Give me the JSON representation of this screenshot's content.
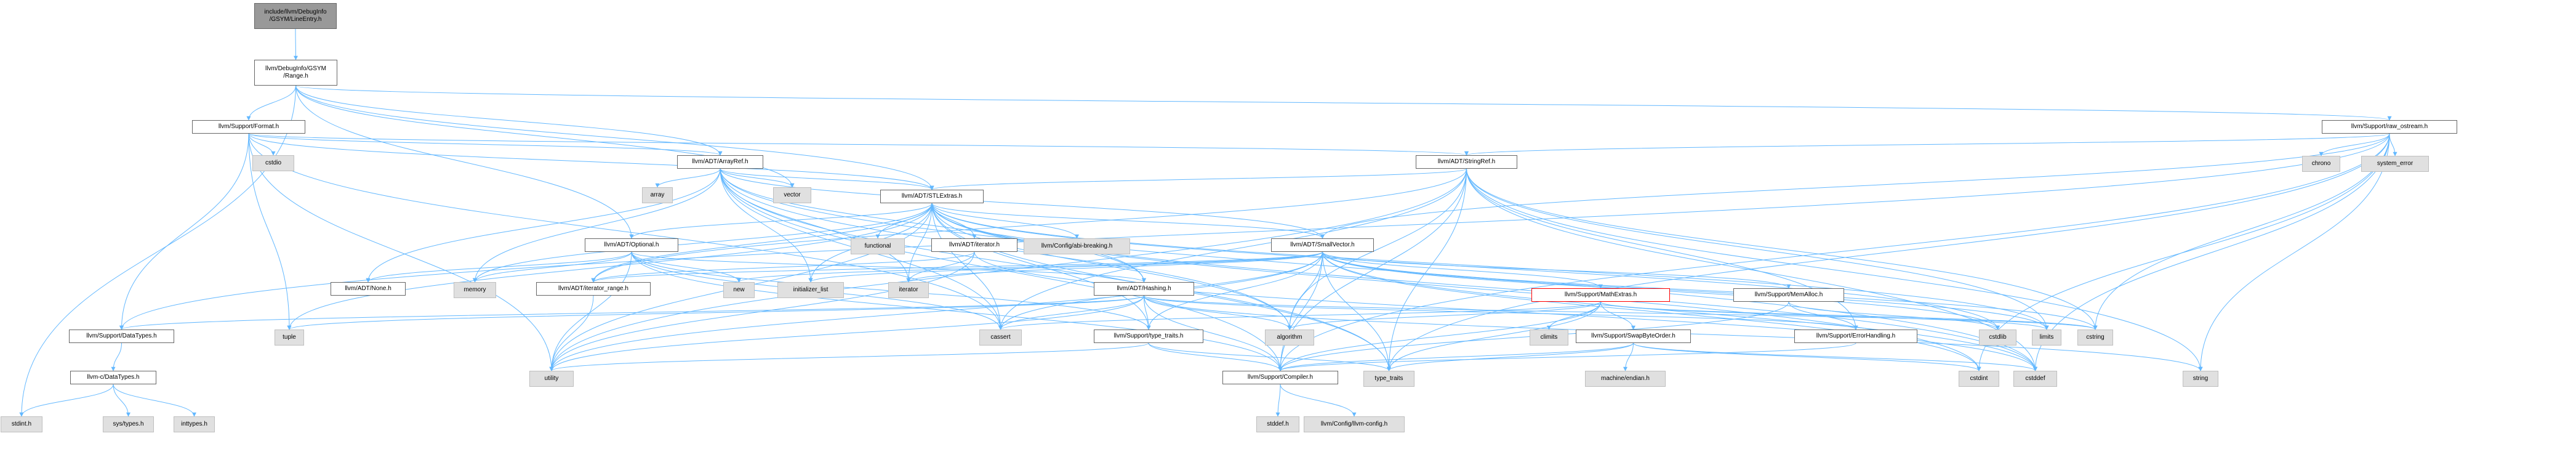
{
  "graph": {
    "edge_color": "#63b8ff",
    "nodes": [
      {
        "id": "n0",
        "label": "include/llvm/DebugInfo\n/GSYM/LineEntry.h",
        "kind": "root"
      },
      {
        "id": "n1",
        "label": "llvm/DebugInfo/GSYM\n/Range.h",
        "kind": "header"
      },
      {
        "id": "n2",
        "label": "llvm/Support/Format.h",
        "kind": "header"
      },
      {
        "id": "n3",
        "label": "llvm/Support/raw_ostream.h",
        "kind": "header"
      },
      {
        "id": "n4",
        "label": "cstdio",
        "kind": "system"
      },
      {
        "id": "n5",
        "label": "llvm/ADT/ArrayRef.h",
        "kind": "header"
      },
      {
        "id": "n6",
        "label": "llvm/ADT/StringRef.h",
        "kind": "header"
      },
      {
        "id": "n7",
        "label": "chrono",
        "kind": "system"
      },
      {
        "id": "n8",
        "label": "system_error",
        "kind": "system"
      },
      {
        "id": "n9",
        "label": "array",
        "kind": "system"
      },
      {
        "id": "n10",
        "label": "vector",
        "kind": "system"
      },
      {
        "id": "n11",
        "label": "llvm/ADT/STLExtras.h",
        "kind": "header"
      },
      {
        "id": "n12",
        "label": "functional",
        "kind": "system"
      },
      {
        "id": "n13",
        "label": "llvm/Config/abi-breaking.h",
        "kind": "system"
      },
      {
        "id": "n14",
        "label": "llvm/ADT/Optional.h",
        "kind": "header"
      },
      {
        "id": "n15",
        "label": "llvm/ADT/iterator.h",
        "kind": "header"
      },
      {
        "id": "n16",
        "label": "llvm/ADT/SmallVector.h",
        "kind": "header"
      },
      {
        "id": "n17",
        "label": "llvm/Support/MathExtras.h",
        "kind": "red"
      },
      {
        "id": "n18",
        "label": "llvm/Support/MemAlloc.h",
        "kind": "header"
      },
      {
        "id": "n19",
        "label": "llvm/ADT/None.h",
        "kind": "header"
      },
      {
        "id": "n20",
        "label": "memory",
        "kind": "system"
      },
      {
        "id": "n21",
        "label": "llvm/ADT/iterator_range.h",
        "kind": "header"
      },
      {
        "id": "n22",
        "label": "new",
        "kind": "system"
      },
      {
        "id": "n23",
        "label": "initializer_list",
        "kind": "system"
      },
      {
        "id": "n24",
        "label": "iterator",
        "kind": "system"
      },
      {
        "id": "n25",
        "label": "llvm/ADT/Hashing.h",
        "kind": "header"
      },
      {
        "id": "n26",
        "label": "llvm/Support/DataTypes.h",
        "kind": "header"
      },
      {
        "id": "n27",
        "label": "tuple",
        "kind": "system"
      },
      {
        "id": "n28",
        "label": "cassert",
        "kind": "system"
      },
      {
        "id": "n29",
        "label": "llvm/Support/type_traits.h",
        "kind": "header"
      },
      {
        "id": "n30",
        "label": "algorithm",
        "kind": "system"
      },
      {
        "id": "n31",
        "label": "climits",
        "kind": "system"
      },
      {
        "id": "n32",
        "label": "llvm/Support/SwapByteOrder.h",
        "kind": "header"
      },
      {
        "id": "n33",
        "label": "llvm/Support/ErrorHandling.h",
        "kind": "header"
      },
      {
        "id": "n34",
        "label": "cstdlib",
        "kind": "system"
      },
      {
        "id": "n35",
        "label": "limits",
        "kind": "system"
      },
      {
        "id": "n36",
        "label": "cstring",
        "kind": "system"
      },
      {
        "id": "n37",
        "label": "llvm-c/DataTypes.h",
        "kind": "header"
      },
      {
        "id": "n38",
        "label": "utility",
        "kind": "system"
      },
      {
        "id": "n39",
        "label": "llvm/Support/Compiler.h",
        "kind": "header"
      },
      {
        "id": "n40",
        "label": "type_traits",
        "kind": "system"
      },
      {
        "id": "n41",
        "label": "machine/endian.h",
        "kind": "system"
      },
      {
        "id": "n42",
        "label": "cstdint",
        "kind": "system"
      },
      {
        "id": "n43",
        "label": "cstddef",
        "kind": "system"
      },
      {
        "id": "n44",
        "label": "string",
        "kind": "system"
      },
      {
        "id": "n45",
        "label": "stdint.h",
        "kind": "system"
      },
      {
        "id": "n46",
        "label": "sys/types.h",
        "kind": "system"
      },
      {
        "id": "n47",
        "label": "inttypes.h",
        "kind": "system"
      },
      {
        "id": "n48",
        "label": "stddef.h",
        "kind": "system"
      },
      {
        "id": "n49",
        "label": "llvm/Config/llvm-config.h",
        "kind": "system"
      }
    ],
    "edges": [
      [
        "n0",
        "n1"
      ],
      [
        "n1",
        "n2"
      ],
      [
        "n1",
        "n3"
      ],
      [
        "n1",
        "n5"
      ],
      [
        "n1",
        "n11"
      ],
      [
        "n1",
        "n14"
      ],
      [
        "n1",
        "n10"
      ],
      [
        "n1",
        "n45"
      ],
      [
        "n2",
        "n4"
      ],
      [
        "n2",
        "n5"
      ],
      [
        "n2",
        "n6"
      ],
      [
        "n2",
        "n26"
      ],
      [
        "n2",
        "n27"
      ],
      [
        "n2",
        "n38"
      ],
      [
        "n2",
        "n28"
      ],
      [
        "n2",
        "n11"
      ],
      [
        "n3",
        "n6"
      ],
      [
        "n3",
        "n16"
      ],
      [
        "n3",
        "n26"
      ],
      [
        "n3",
        "n7"
      ],
      [
        "n3",
        "n8"
      ],
      [
        "n3",
        "n36"
      ],
      [
        "n3",
        "n42"
      ],
      [
        "n3",
        "n43"
      ],
      [
        "n3",
        "n44"
      ],
      [
        "n3",
        "n40"
      ],
      [
        "n3",
        "n39"
      ],
      [
        "n5",
        "n9"
      ],
      [
        "n5",
        "n10"
      ],
      [
        "n5",
        "n11"
      ],
      [
        "n5",
        "n16"
      ],
      [
        "n5",
        "n19"
      ],
      [
        "n5",
        "n25"
      ],
      [
        "n5",
        "n20"
      ],
      [
        "n5",
        "n23"
      ],
      [
        "n5",
        "n24"
      ],
      [
        "n5",
        "n28"
      ],
      [
        "n5",
        "n30"
      ],
      [
        "n5",
        "n43"
      ],
      [
        "n5",
        "n39"
      ],
      [
        "n5",
        "n40"
      ],
      [
        "n6",
        "n11"
      ],
      [
        "n6",
        "n21"
      ],
      [
        "n6",
        "n39"
      ],
      [
        "n6",
        "n30"
      ],
      [
        "n6",
        "n28"
      ],
      [
        "n6",
        "n43"
      ],
      [
        "n6",
        "n36"
      ],
      [
        "n6",
        "n35"
      ],
      [
        "n6",
        "n40"
      ],
      [
        "n6",
        "n44"
      ],
      [
        "n6",
        "n38"
      ],
      [
        "n6",
        "n33"
      ],
      [
        "n11",
        "n12"
      ],
      [
        "n11",
        "n13"
      ],
      [
        "n11",
        "n14"
      ],
      [
        "n11",
        "n15"
      ],
      [
        "n11",
        "n16"
      ],
      [
        "n11",
        "n21"
      ],
      [
        "n11",
        "n25"
      ],
      [
        "n11",
        "n29"
      ],
      [
        "n11",
        "n20"
      ],
      [
        "n11",
        "n23"
      ],
      [
        "n11",
        "n24"
      ],
      [
        "n11",
        "n28"
      ],
      [
        "n11",
        "n30"
      ],
      [
        "n11",
        "n34"
      ],
      [
        "n11",
        "n35"
      ],
      [
        "n11",
        "n43"
      ],
      [
        "n11",
        "n42"
      ],
      [
        "n11",
        "n27"
      ],
      [
        "n11",
        "n38"
      ],
      [
        "n11",
        "n40"
      ],
      [
        "n14",
        "n19"
      ],
      [
        "n14",
        "n25"
      ],
      [
        "n14",
        "n29"
      ],
      [
        "n14",
        "n39"
      ],
      [
        "n14",
        "n22"
      ],
      [
        "n14",
        "n20"
      ],
      [
        "n14",
        "n38"
      ],
      [
        "n14",
        "n28"
      ],
      [
        "n15",
        "n21"
      ],
      [
        "n15",
        "n24"
      ],
      [
        "n15",
        "n43"
      ],
      [
        "n15",
        "n38"
      ],
      [
        "n16",
        "n17"
      ],
      [
        "n16",
        "n18"
      ],
      [
        "n16",
        "n21"
      ],
      [
        "n16",
        "n39"
      ],
      [
        "n16",
        "n29"
      ],
      [
        "n16",
        "n22"
      ],
      [
        "n16",
        "n23"
      ],
      [
        "n16",
        "n30"
      ],
      [
        "n16",
        "n28"
      ],
      [
        "n16",
        "n43"
      ],
      [
        "n16",
        "n34"
      ],
      [
        "n16",
        "n36"
      ],
      [
        "n16",
        "n24"
      ],
      [
        "n16",
        "n35"
      ],
      [
        "n16",
        "n40"
      ],
      [
        "n16",
        "n38"
      ],
      [
        "n16",
        "n42"
      ],
      [
        "n17",
        "n32"
      ],
      [
        "n17",
        "n39"
      ],
      [
        "n17",
        "n30"
      ],
      [
        "n17",
        "n28"
      ],
      [
        "n17",
        "n31"
      ],
      [
        "n17",
        "n36"
      ],
      [
        "n17",
        "n35"
      ],
      [
        "n17",
        "n40"
      ],
      [
        "n18",
        "n33"
      ],
      [
        "n18",
        "n39"
      ],
      [
        "n18",
        "n34"
      ],
      [
        "n21",
        "n38"
      ],
      [
        "n25",
        "n26"
      ],
      [
        "n25",
        "n33"
      ],
      [
        "n25",
        "n29"
      ],
      [
        "n25",
        "n30"
      ],
      [
        "n25",
        "n28"
      ],
      [
        "n25",
        "n36"
      ],
      [
        "n25",
        "n44"
      ],
      [
        "n25",
        "n27"
      ],
      [
        "n25",
        "n38"
      ],
      [
        "n25",
        "n39"
      ],
      [
        "n26",
        "n37"
      ],
      [
        "n29",
        "n39"
      ],
      [
        "n29",
        "n40"
      ],
      [
        "n29",
        "n38"
      ],
      [
        "n32",
        "n39"
      ],
      [
        "n32",
        "n41"
      ],
      [
        "n32",
        "n42"
      ],
      [
        "n32",
        "n40"
      ],
      [
        "n32",
        "n43"
      ],
      [
        "n33",
        "n39"
      ],
      [
        "n37",
        "n45"
      ],
      [
        "n37",
        "n46"
      ],
      [
        "n37",
        "n47"
      ],
      [
        "n39",
        "n48"
      ],
      [
        "n39",
        "n49"
      ]
    ]
  }
}
